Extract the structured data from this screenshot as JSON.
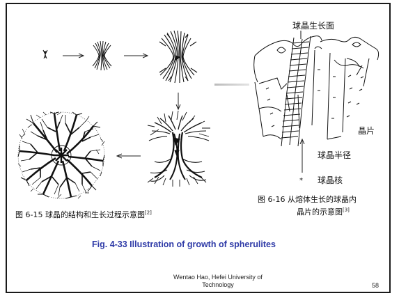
{
  "left_diagram": {
    "caption_main": "图 6-15 球晶的结构和生长过程示意图",
    "caption_ref": "[2]"
  },
  "right_diagram": {
    "label_growth_surface": "球晶生长面",
    "label_lamella": "晶片",
    "label_radius": "球晶半径",
    "label_nucleus": "球晶核",
    "caption_line1": "图 6-16 从熔体生长的球晶内",
    "caption_line2": "晶片的示意图",
    "caption_ref": "[3]"
  },
  "main_caption": "Fig. 4-33 Illustration of growth of spherulites",
  "footer": {
    "line1": "Wentao Hao, Hefei University of",
    "line2": "Technology",
    "page_number": "58"
  },
  "colors": {
    "caption_blue": "#2e3aa7",
    "ink": "#111111",
    "border": "#1a1a1a"
  },
  "icons": [
    "arrow-right-icon",
    "arrow-down-icon",
    "arrow-left-icon",
    "arrow-up-icon"
  ]
}
